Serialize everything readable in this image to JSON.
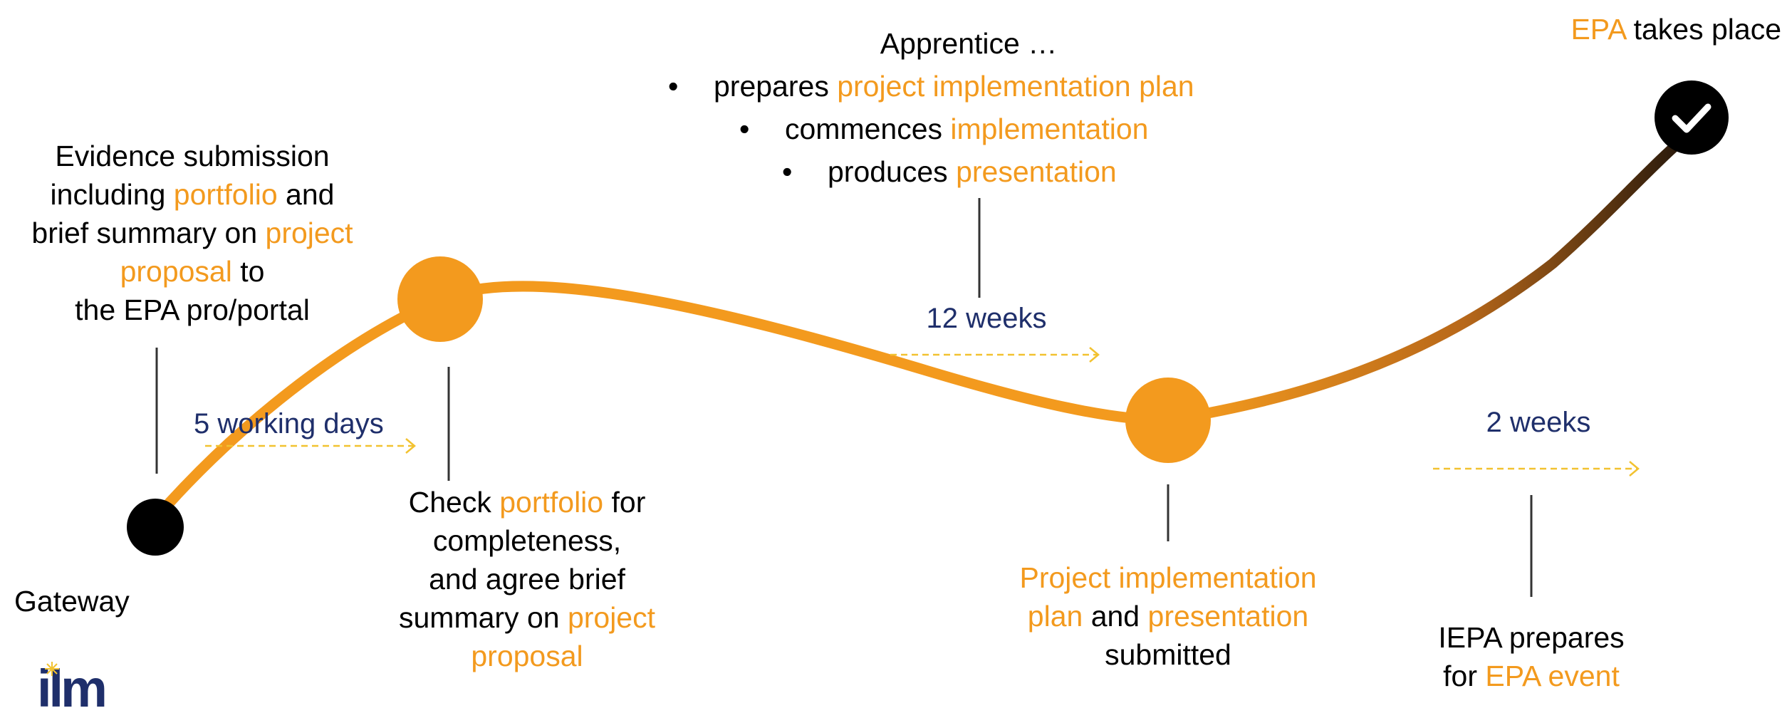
{
  "diagram": {
    "evidence": {
      "l1": "Evidence submission",
      "l2a": "including ",
      "l2b": "portfolio",
      "l2c": " and",
      "l3a": "brief summary on ",
      "l3b": "project",
      "l4a": "proposal",
      "l4b": " to",
      "l5": "the EPA pro/portal"
    },
    "gateway": "Gateway",
    "interval_1": "5 working days",
    "check": {
      "l1a": "Check ",
      "l1b": "portfolio",
      "l1c": " for",
      "l2": "completeness,",
      "l3": "and agree brief",
      "l4a": "summary on ",
      "l4b": "project",
      "l5": "proposal"
    },
    "apprentice": {
      "heading": "Apprentice …",
      "b1a": "prepares ",
      "b1b": "project implementation plan",
      "b2a": "commences ",
      "b2b": "implementation",
      "b3a": "produces ",
      "b3b": "presentation",
      "bullet": "•"
    },
    "interval_2": "12 weeks",
    "submitted": {
      "l1": "Project implementation",
      "l2a": "plan",
      "l2b": " and ",
      "l2c": "presentation",
      "l3": "submitted"
    },
    "interval_3": "2 weeks",
    "iepa": {
      "l1": "IEPA prepares",
      "l2a": "for ",
      "l2b": "EPA event"
    },
    "epa": {
      "a": "EPA",
      "b": " takes place"
    },
    "logo_text": "ilm",
    "colors": {
      "accent": "#f39a1e",
      "navy": "#1f2f6b",
      "dark": "#000000"
    }
  }
}
